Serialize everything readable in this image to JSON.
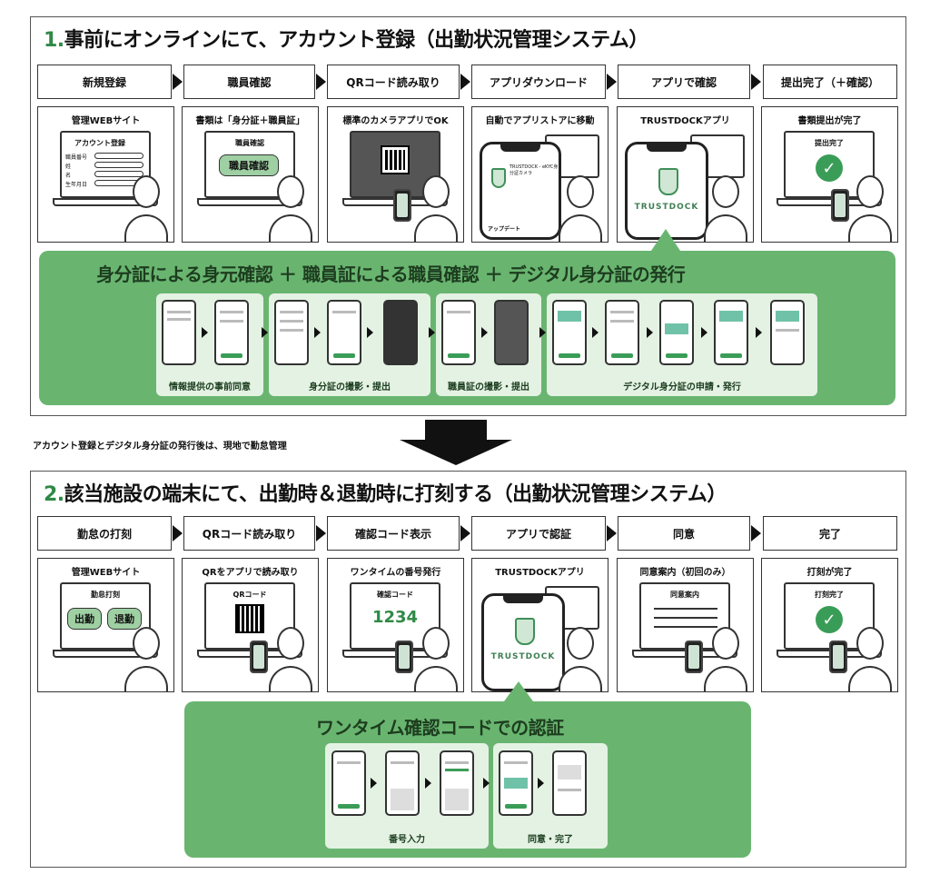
{
  "section1": {
    "number": "1.",
    "title": "事前にオンラインにて、アカウント登録（出勤状況管理システム）",
    "steps": [
      "新規登録",
      "職員確認",
      "QRコード読み取り",
      "アプリダウンロード",
      "アプリで確認",
      "提出完了（＋確認）"
    ],
    "cards": [
      {
        "title": "管理WEBサイト",
        "form_title": "アカウント登録",
        "fields": [
          "職員番号",
          "姓",
          "名",
          "生年月日"
        ]
      },
      {
        "title": "書類は「身分証＋職員証」",
        "screen_title": "職員確認",
        "button": "職員確認"
      },
      {
        "title": "標準のカメラアプリでOK"
      },
      {
        "title": "自動でアプリストアに移動",
        "store_name": "TRUSTDOCK - eKYC身分証カメラ",
        "store_sub": "アップデート"
      },
      {
        "title": "TRUSTDOCKアプリ",
        "logo": "TRUSTDOCK"
      },
      {
        "title": "書類提出が完了",
        "screen_title": "提出完了"
      }
    ],
    "band": {
      "title": "身分証による身元確認 ＋ 職員証による職員確認 ＋ デジタル身分証の発行",
      "groups": [
        "情報提供の事前同意",
        "身分証の撮影・提出",
        "職員証の撮影・提出",
        "デジタル身分証の申請・発行"
      ]
    }
  },
  "middle_note": "アカウント登録とデジタル身分証の発行後は、現地で勤怠管理",
  "section2": {
    "number": "2.",
    "title": "該当施設の端末にて、出勤時＆退勤時に打刻する（出勤状況管理システム）",
    "steps": [
      "勤怠の打刻",
      "QRコード読み取り",
      "確認コード表示",
      "アプリで認証",
      "同意",
      "完了"
    ],
    "cards": [
      {
        "title": "管理WEBサイト",
        "screen_title": "勤怠打刻",
        "btn1": "出勤",
        "btn2": "退勤"
      },
      {
        "title": "QRをアプリで読み取り",
        "screen_title": "QRコード"
      },
      {
        "title": "ワンタイムの番号発行",
        "screen_title": "確認コード",
        "code": "1234"
      },
      {
        "title": "TRUSTDOCKアプリ",
        "logo": "TRUSTDOCK"
      },
      {
        "title": "同意案内（初回のみ）",
        "screen_title": "同意案内"
      },
      {
        "title": "打刻が完了",
        "screen_title": "打刻完了"
      }
    ],
    "band": {
      "title": "ワンタイム確認コードでの認証",
      "groups": [
        "番号入力",
        "同意・完了"
      ]
    }
  },
  "colors": {
    "accent_green": "#2f8a46",
    "band_green": "#69b570",
    "light_green": "#e4f2e4",
    "button_green": "#9fd0a3"
  }
}
